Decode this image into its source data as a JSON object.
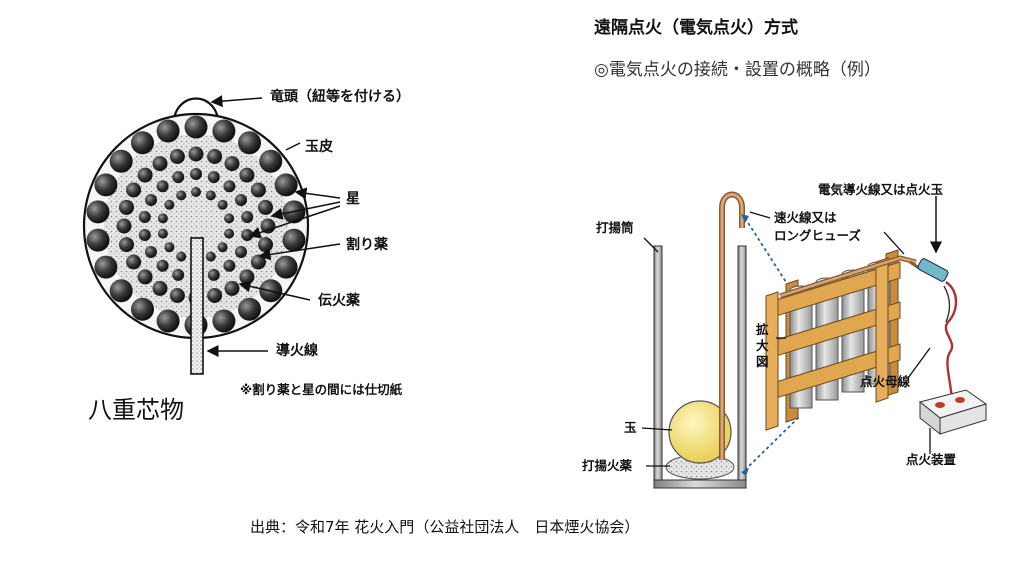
{
  "shell": {
    "name": "八重芯物",
    "labels": {
      "ryuzu": "竜頭（紐等を付ける）",
      "tamakawa": "玉皮",
      "hoshi": "星",
      "warigusuri": "割り薬",
      "dengayaku": "伝火薬",
      "dokasen": "導火線"
    },
    "note": "※割り薬と星の間には仕切紙"
  },
  "ignition": {
    "title": "遠隔点火（電気点火）方式",
    "subtitle": "◎電気点火の接続・設置の概略（例）",
    "labels": {
      "uchiagezutsu": "打揚筒",
      "sokkasen_line1": "速火線又は",
      "sokkasen_line2": "ロングヒューズ",
      "denki": "電気導火線又は点火玉",
      "kakudai": [
        "拡",
        "大",
        "図"
      ],
      "tama": "玉",
      "uchiagekayaku": "打揚火薬",
      "tenkabosen": "点火母線",
      "tenkasochi": "点火装置"
    }
  },
  "source": "出典：令和7年 花火入門（公益社団法人　日本煙火協会）",
  "colors": {
    "shell_fill": "#f2f2f2",
    "star": "#2b2b2b",
    "tube": "#b0b0b0",
    "fuse": "#b8865a",
    "rack_wood": "#d9a04a",
    "ball": "#f4e27a",
    "arrow_blue": "#2a5fa8",
    "cable_red": "#b03030"
  }
}
